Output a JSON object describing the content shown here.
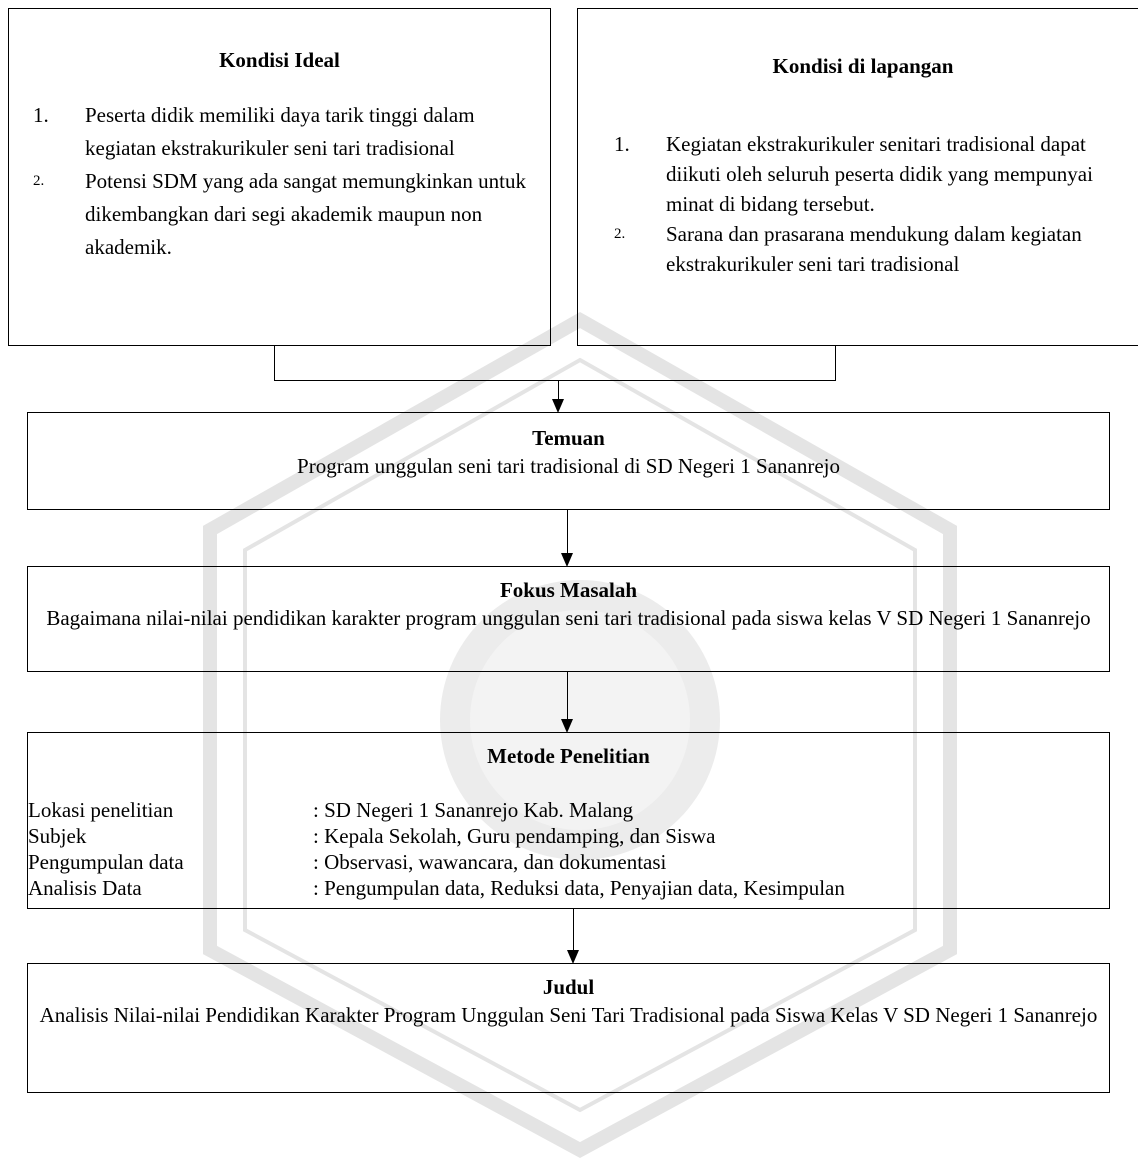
{
  "kondisi_ideal": {
    "title": "Kondisi Ideal",
    "items": [
      {
        "num": "1.",
        "text": "Peserta didik memiliki daya tarik tinggi dalam kegiatan ekstrakurikuler seni tari tradisional"
      },
      {
        "num": "2.",
        "text": "Potensi SDM yang ada sangat memungkinkan untuk dikembangkan dari segi akademik maupun non akademik."
      }
    ]
  },
  "kondisi_lapangan": {
    "title": "Kondisi di lapangan",
    "items": [
      {
        "num": "1.",
        "text": "Kegiatan ekstrakurikuler senitari tradisional dapat diikuti oleh seluruh peserta didik yang mempunyai minat di bidang tersebut."
      },
      {
        "num": "2.",
        "text": "Sarana dan prasarana mendukung dalam kegiatan ekstrakurikuler seni tari tradisional"
      }
    ]
  },
  "temuan": {
    "title": "Temuan",
    "text": "Program unggulan seni tari tradisional di SD Negeri 1 Sananrejo"
  },
  "fokus": {
    "title": "Fokus Masalah",
    "text": "Bagaimana nilai-nilai pendidikan karakter program unggulan seni tari tradisional pada siswa kelas V SD Negeri 1 Sananrejo"
  },
  "metode": {
    "title": "Metode Penelitian",
    "rows": [
      {
        "label": "Lokasi penelitian",
        "value": ": SD Negeri 1 Sananrejo Kab. Malang"
      },
      {
        "label": "Subjek",
        "value": ": Kepala Sekolah, Guru pendamping, dan Siswa"
      },
      {
        "label": "Pengumpulan data",
        "value": ": Observasi, wawancara, dan dokumentasi"
      },
      {
        "label": "Analisis Data",
        "value": ": Pengumpulan data, Reduksi data, Penyajian data, Kesimpulan"
      }
    ]
  },
  "judul": {
    "title": "Judul",
    "text": "Analisis Nilai-nilai Pendidikan Karakter Program Unggulan Seni Tari Tradisional pada Siswa Kelas V SD Negeri 1 Sananrejo"
  },
  "colors": {
    "line": "#000000",
    "watermark": "#e6e6e6"
  }
}
